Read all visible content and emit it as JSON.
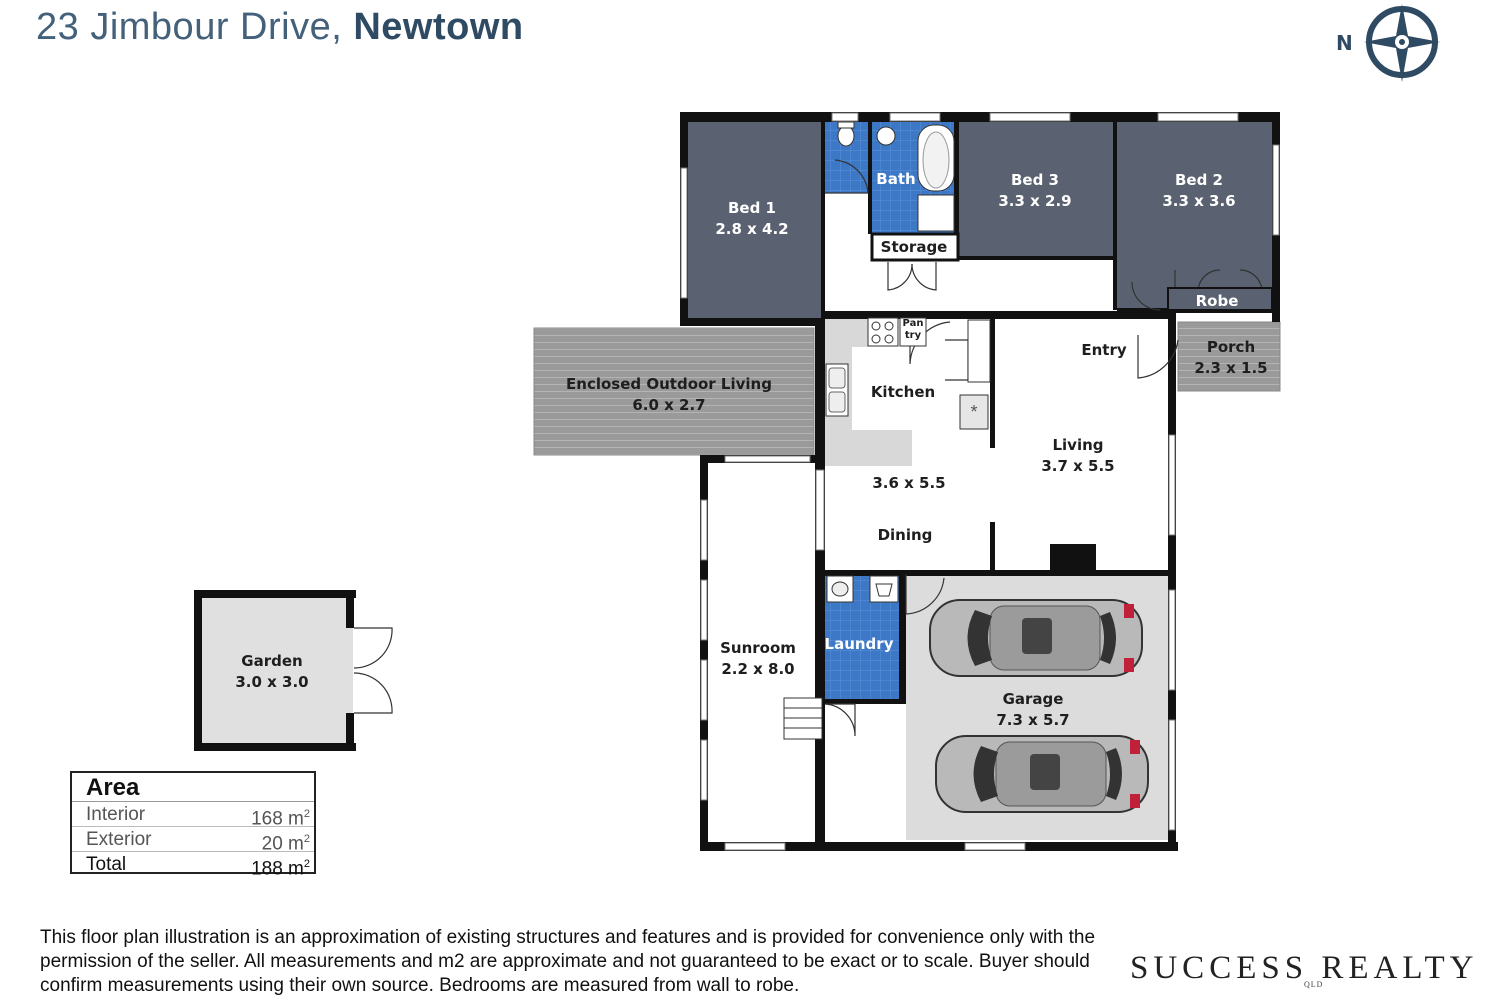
{
  "header": {
    "street": "23 Jimbour Drive,",
    "suburb": "Newtown"
  },
  "compass": {
    "label": "N"
  },
  "rooms": {
    "bed1": {
      "name": "Bed 1",
      "size": "2.8 x 4.2"
    },
    "bath": {
      "name": "Bath"
    },
    "storage": {
      "name": "Storage"
    },
    "bed3": {
      "name": "Bed 3",
      "size": "3.3 x 2.9"
    },
    "bed2": {
      "name": "Bed 2",
      "size": "3.3 x 3.6"
    },
    "robe": {
      "name": "Robe"
    },
    "pantry": {
      "line1": "Pan",
      "line2": "try"
    },
    "entry": {
      "name": "Entry"
    },
    "porch": {
      "name": "Porch",
      "size": "2.3 x 1.5"
    },
    "outdoor": {
      "name": "Enclosed Outdoor Living",
      "size": "6.0 x 2.7"
    },
    "kitchen": {
      "name": "Kitchen",
      "size": "3.6 x 5.5"
    },
    "living": {
      "name": "Living",
      "size": "3.7 x 5.5"
    },
    "dining": {
      "name": "Dining"
    },
    "laundry": {
      "name": "Laundry"
    },
    "sunroom": {
      "name": "Sunroom",
      "size": "2.2 x 8.0"
    },
    "garage": {
      "name": "Garage",
      "size": "7.3 x 5.7"
    },
    "garden": {
      "name": "Garden",
      "size": "3.0 x 3.0"
    }
  },
  "area": {
    "title": "Area",
    "rows": [
      {
        "label": "Interior",
        "value": "168 m",
        "sup": "2"
      },
      {
        "label": "Exterior",
        "value": "20 m",
        "sup": "2"
      },
      {
        "label": "Total",
        "value": "188 m",
        "sup": "2"
      }
    ]
  },
  "disclaimer": "This floor plan illustration is an approximation of existing structures and features and is provided for convenience only with the permission of the seller. All measurements and m2 are approximate and not guaranteed to be exact or to scale. Buyer should confirm measurements using their own source. Bedrooms are measured from wall to robe.",
  "brand": {
    "name": "SUCCESS REALTY",
    "sub": "QLD"
  },
  "colors": {
    "bedroom": "#5a6170",
    "wet": "#3d78c6",
    "garage": "#dcdcdc",
    "deck": "#9a9a9a",
    "wall": "#111111",
    "title": "#44617b"
  }
}
